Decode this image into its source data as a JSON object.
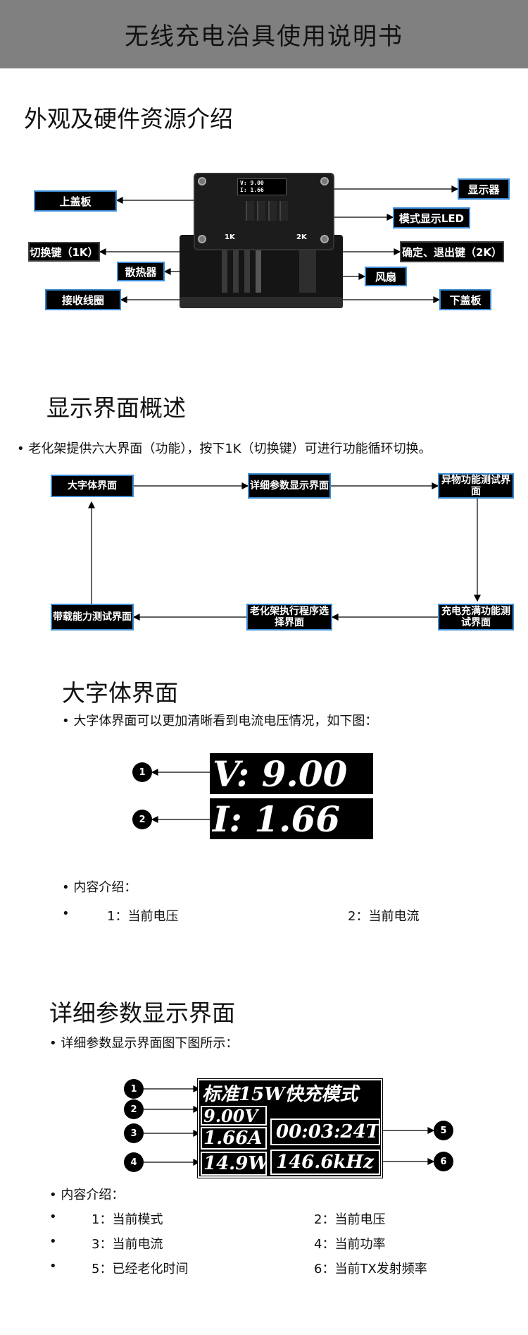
{
  "header": {
    "title": "无线充电治具使用说明书"
  },
  "section1": {
    "title": "外观及硬件资源介绍",
    "labels": {
      "top_cover": "上盖板",
      "switch_key": "切换键（1K）",
      "heatsink": "散热器",
      "coil": "接收线圈",
      "display": "显示器",
      "mode_led": "模式显示LED",
      "confirm_key": "确定、退出键（2K）",
      "fan": "风扇",
      "bottom_cover": "下盖板"
    },
    "device": {
      "screen_line1": "V: 9.00",
      "screen_line2": "I: 1.66",
      "key1": "1K",
      "key2": "2K"
    }
  },
  "section2": {
    "title": "显示界面概述",
    "bullet": "老化架提供六大界面（功能），按下1K（切换键）可进行功能循环切换。",
    "flow": {
      "box1": "大字体界面",
      "box2": "详细参数显示界面",
      "box3": "异物功能测试界面",
      "box4": "充电充满功能测试界面",
      "box5": "老化架执行程序选择界面",
      "box6": "带载能力测试界面"
    }
  },
  "section3": {
    "title": "大字体界面",
    "bullet": "大字体界面可以更加清晰看到电流电压情况，如下图：",
    "lcd_line1": "V:  9.00",
    "lcd_line2": "I:  1.66",
    "marker1": "1",
    "marker2": "2",
    "content_title": "内容介绍：",
    "item1": "1：当前电压",
    "item2": "2：当前电流"
  },
  "section4": {
    "title": "详细参数显示界面",
    "bullet": "详细参数显示界面图下图所示：",
    "lcd": {
      "mode": "标准15W快充模式",
      "voltage": "9.00V",
      "current": "1.66A",
      "power": "14.9W",
      "time": "00:03:24T",
      "freq": "146.6kHz"
    },
    "markers": [
      "1",
      "2",
      "3",
      "4",
      "5",
      "6"
    ],
    "content_title": "内容介绍：",
    "items": [
      "1：当前模式",
      "2：当前电压",
      "3：当前电流",
      "4：当前功率",
      "5：已经老化时间",
      "6：当前TX发射频率"
    ]
  }
}
